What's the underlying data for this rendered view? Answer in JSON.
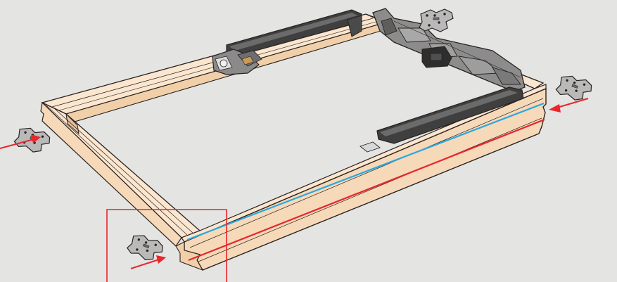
{
  "figure": {
    "subject": "window-frame-assembly-with-mounting-brackets",
    "colors": {
      "background": "#e4e4e2",
      "wood_face": "#f6d9b9",
      "wood_top": "#fbe6cf",
      "wood_shadow": "#e5bf97",
      "outline": "#2a2220",
      "rail_dark": "#3f3f3f",
      "rail_light": "#6b6b6b",
      "mechanism": "#8a8a8a",
      "bracket_metal": "#b9b9b9",
      "arrow_red": "#e8262b",
      "guide_blue": "#2aa8e0",
      "guide_red": "#e8262b",
      "callout_red": "#e8262b"
    },
    "parts": [
      {
        "id": "frame",
        "icon": "wooden-frame"
      },
      {
        "id": "top-rail",
        "icon": "dark-rail"
      },
      {
        "id": "right-rail",
        "icon": "dark-rail"
      },
      {
        "id": "hinge-mechanism",
        "icon": "gear-mechanism"
      },
      {
        "id": "bracket-top",
        "icon": "metal-bracket"
      },
      {
        "id": "bracket-right",
        "icon": "metal-bracket"
      },
      {
        "id": "bracket-left",
        "icon": "metal-bracket"
      },
      {
        "id": "bracket-bottom",
        "icon": "metal-bracket"
      }
    ],
    "arrows": [
      "arrow-left",
      "arrow-right",
      "arrow-bottom"
    ],
    "callout": "detail-callout-box"
  }
}
